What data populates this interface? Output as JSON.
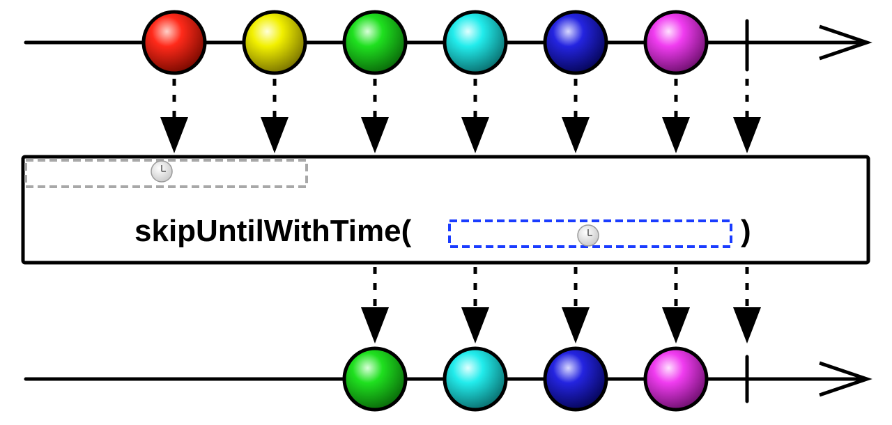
{
  "operator": {
    "name": "skipUntilWithTime(",
    "close_paren": ")"
  },
  "marbles": {
    "source": [
      {
        "color": "red"
      },
      {
        "color": "yellow"
      },
      {
        "color": "green"
      },
      {
        "color": "cyan"
      },
      {
        "color": "blue"
      },
      {
        "color": "magenta"
      }
    ],
    "output": [
      {
        "color": "green"
      },
      {
        "color": "cyan"
      },
      {
        "color": "blue"
      },
      {
        "color": "magenta"
      }
    ]
  },
  "timelines": {
    "source_completes": true,
    "output_completes": true
  },
  "icons": {
    "timer_icon": "clock-icon"
  },
  "colors": {
    "red": "#ff2a1a",
    "yellow": "#f2f000",
    "green": "#1fe01f",
    "cyan": "#22ecec",
    "blue": "#2424e0",
    "magenta": "#f03cf0",
    "skip_window_border": "#a8a8a8",
    "duration_argument_border": "#1a3cff"
  }
}
